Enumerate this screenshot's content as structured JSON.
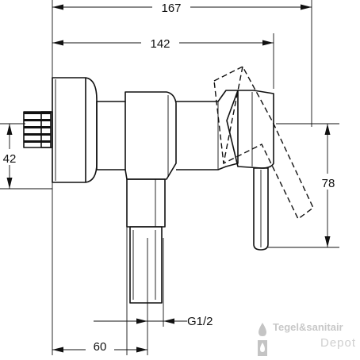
{
  "drawing": {
    "dimensions": {
      "overall_width": "167",
      "body_width": "142",
      "inlet_height": "42",
      "handle_height": "78",
      "outlet_offset": "60",
      "thread": "G1/2"
    }
  },
  "watermark": {
    "brand": "Tegel&sanitair",
    "sub": "Depot"
  }
}
